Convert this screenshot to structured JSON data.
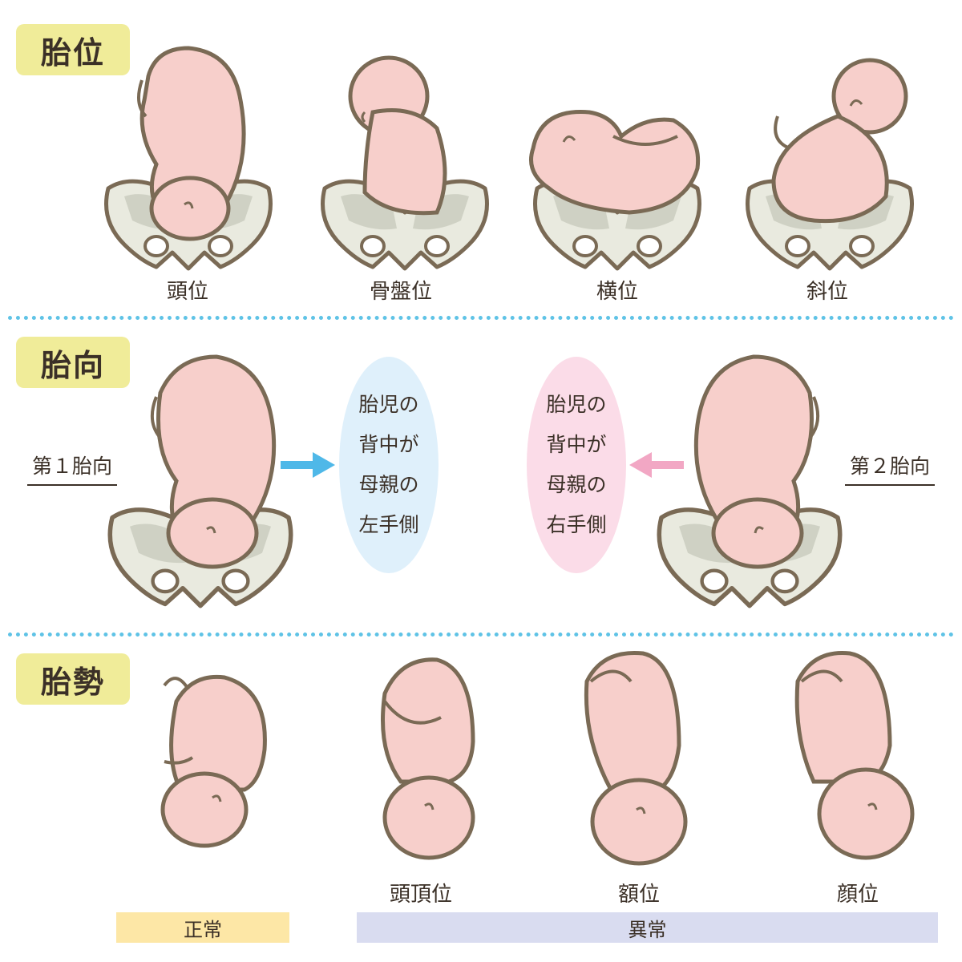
{
  "sections": {
    "presentation": {
      "title": "胎位",
      "items": [
        "頭位",
        "骨盤位",
        "横位",
        "斜位"
      ]
    },
    "position": {
      "title": "胎向",
      "first": {
        "label": "第１胎向",
        "lines": [
          "胎児の",
          "背中が",
          "母親の",
          "左手側"
        ]
      },
      "second": {
        "label": "第２胎向",
        "lines": [
          "胎児の",
          "背中が",
          "母親の",
          "右手側"
        ]
      }
    },
    "attitude": {
      "title": "胎勢",
      "items": [
        "頭頂位",
        "額位",
        "顔位"
      ],
      "normal_label": "正常",
      "abnormal_label": "異常"
    }
  },
  "colors": {
    "title_bg": "#f0ec99",
    "divider": "#5fc3e6",
    "skin": "#f7cfcb",
    "outline": "#7a6a55",
    "pelvis": "#e9eadf",
    "left_ellipse": "#dff0fb",
    "right_ellipse": "#fbdce8",
    "left_arrow": "#4fb8e8",
    "right_arrow": "#f2a7c4",
    "normal_bar": "#fde7a6",
    "abnormal_bar": "#d9dcf0"
  }
}
